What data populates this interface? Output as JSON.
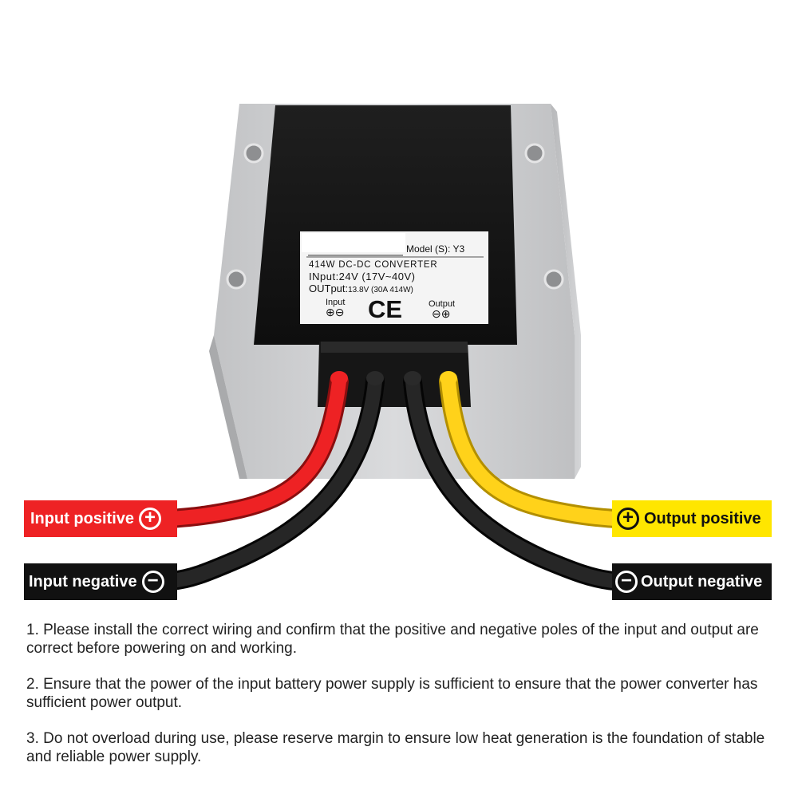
{
  "label_sticker": {
    "model": "Model (S):  Y3",
    "title": "414W DC-DC CONVERTER",
    "input_spec": "INput:24V  (17V~40V)",
    "output_spec_prefix": "OUTput:",
    "output_spec_value": "13.8V (30A 414W)",
    "input_label": "Input",
    "input_symbols": "⊕⊖",
    "ce_mark": "CE",
    "output_label": "Output",
    "output_symbols": "⊖⊕"
  },
  "wire_labels": {
    "input_positive": {
      "text": "Input positive",
      "symbol": "+",
      "color": "#ee2224"
    },
    "input_negative": {
      "text": "Input negative",
      "symbol": "−",
      "color": "#111111"
    },
    "output_positive": {
      "text": "Output positive",
      "symbol": "+",
      "color": "#ffe600"
    },
    "output_negative": {
      "text": "Output negative",
      "symbol": "−",
      "color": "#111111"
    }
  },
  "instructions": [
    "1. Please install the correct wiring and confirm that the positive and negative poles of the input and output are correct before powering on and working.",
    "2. Ensure that the power of the input battery power supply is sufficient to ensure that the power converter has sufficient power output.",
    "3. Do not overload during use, please reserve margin to ensure low heat generation is the foundation of stable and reliable power supply."
  ]
}
